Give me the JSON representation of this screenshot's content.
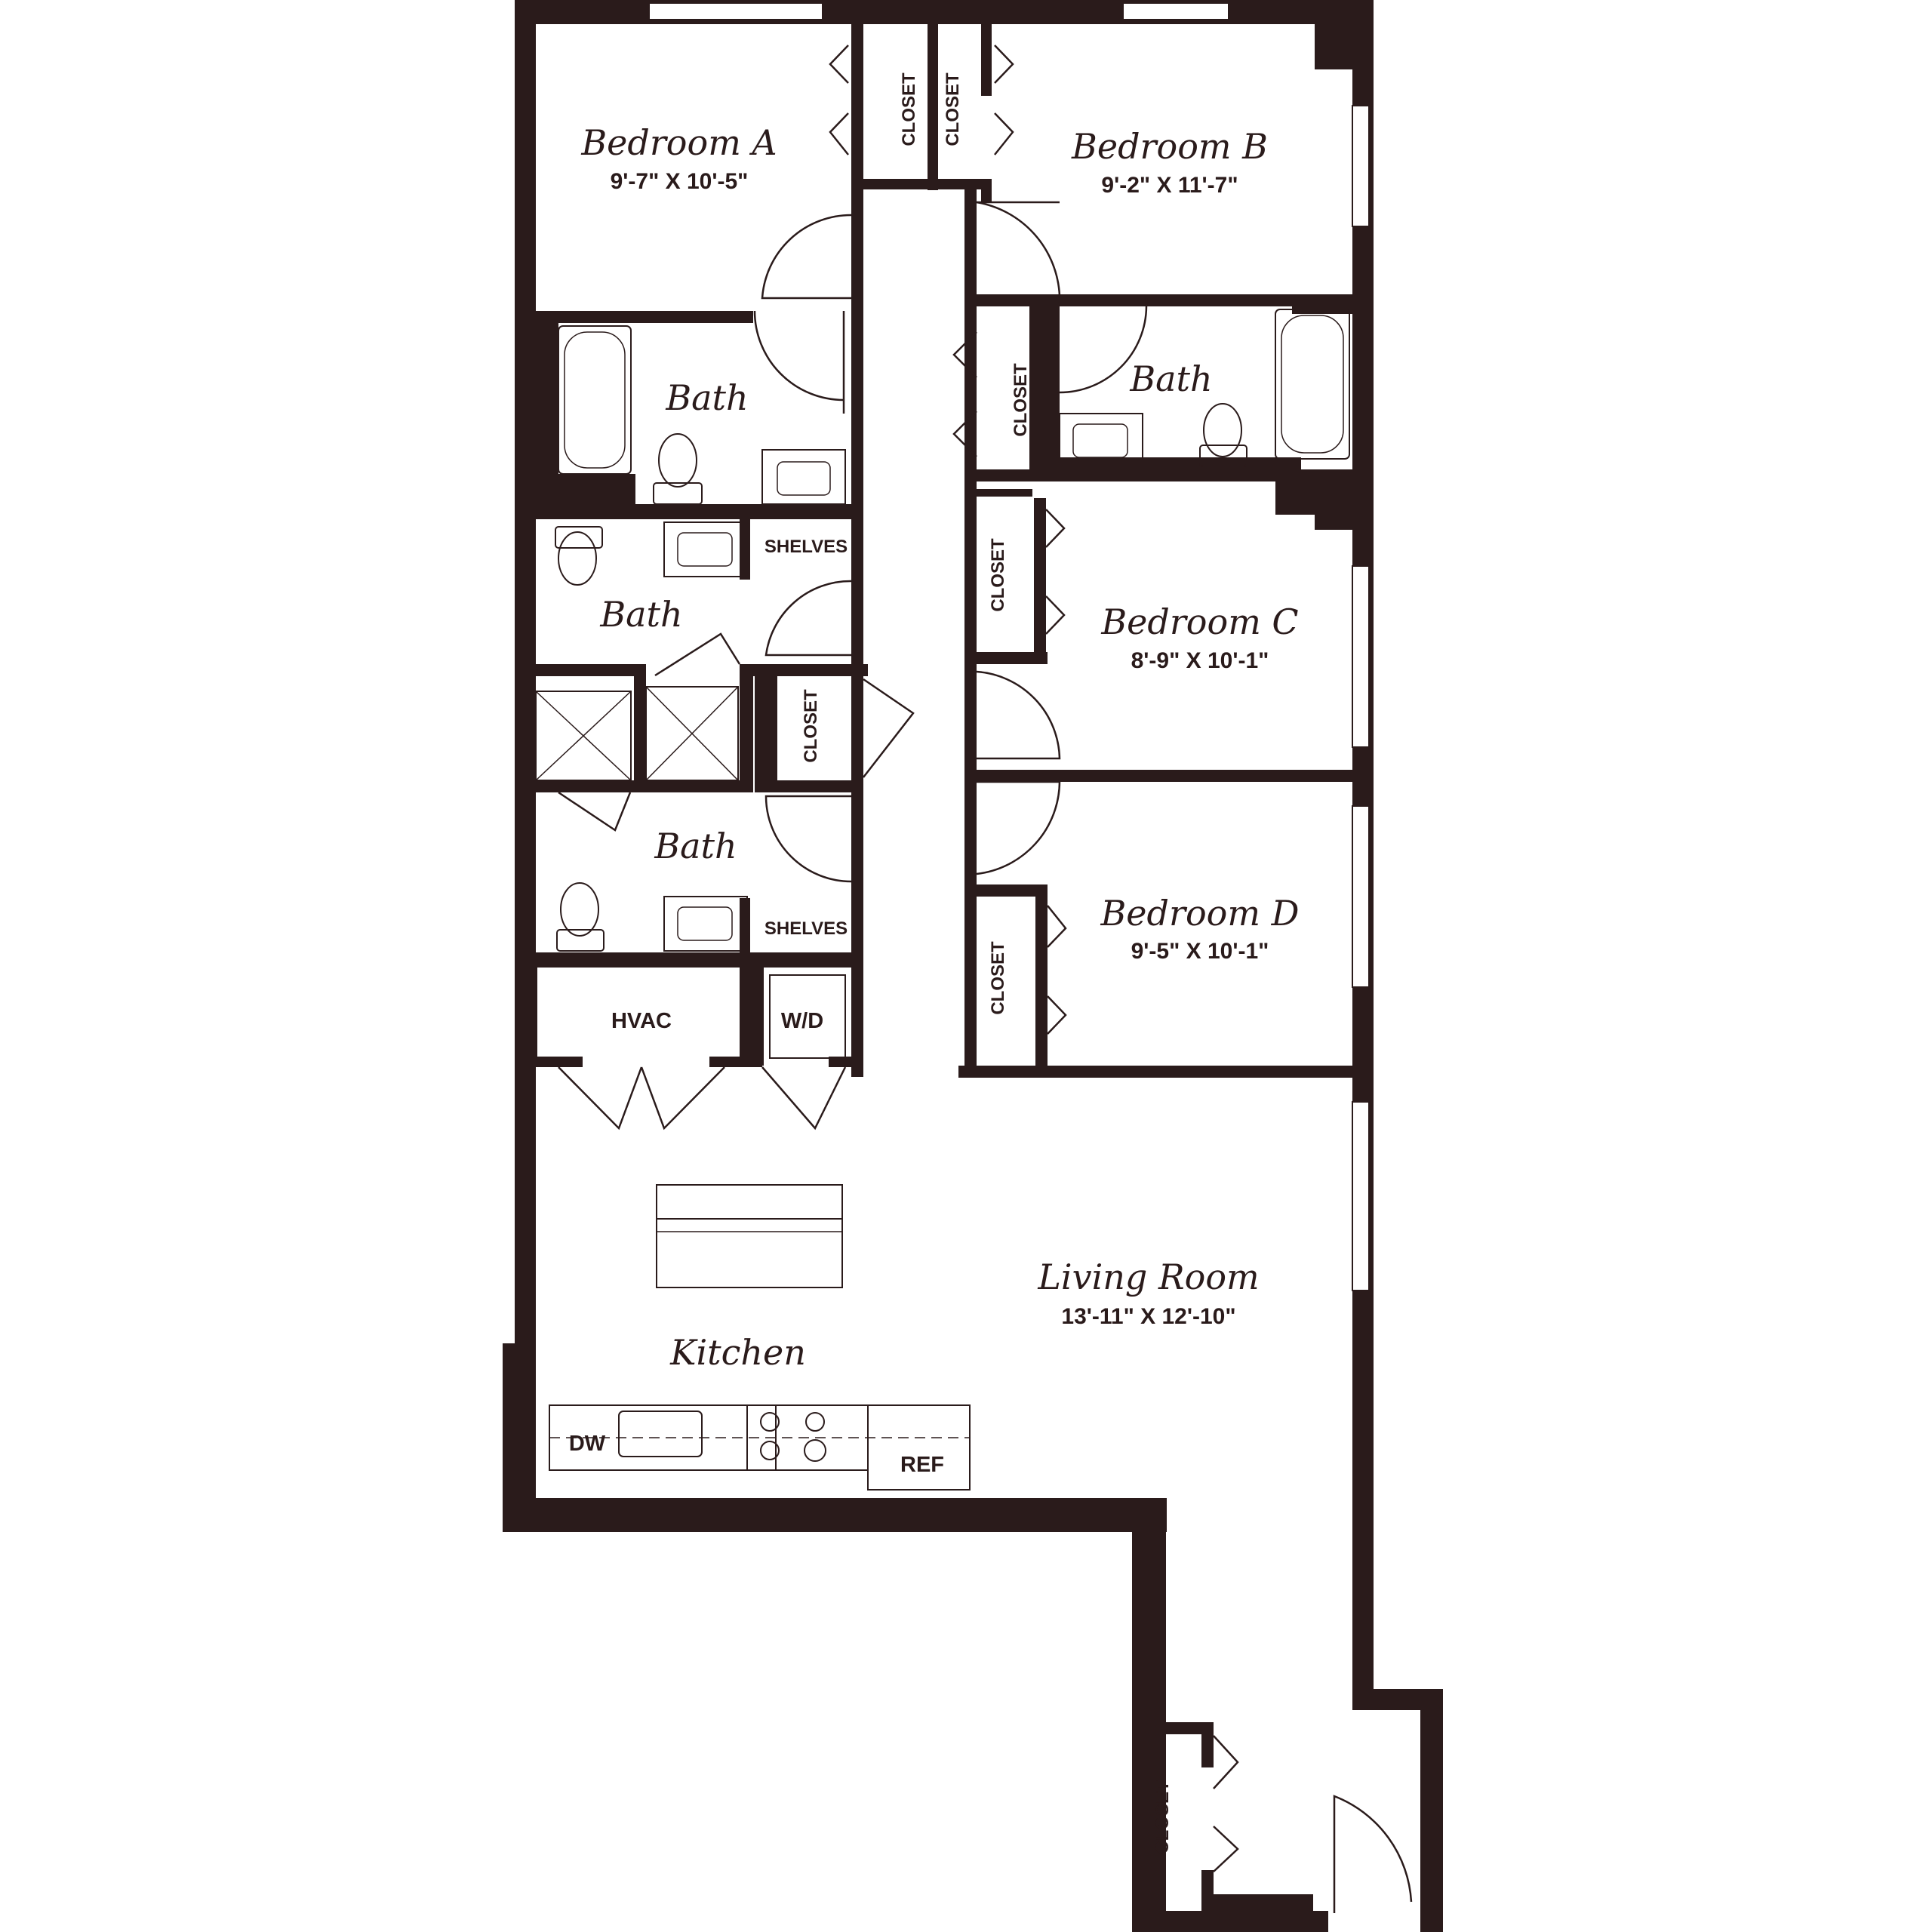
{
  "rooms": {
    "bedroom_a": {
      "name": "Bedroom A",
      "dims": "9'-7\" X 10'-5\""
    },
    "bedroom_b": {
      "name": "Bedroom B",
      "dims": "9'-2\" X 11'-7\""
    },
    "bedroom_c": {
      "name": "Bedroom C",
      "dims": "8'-9\" X 10'-1\""
    },
    "bedroom_d": {
      "name": "Bedroom D",
      "dims": "9'-5\" X 10'-1\""
    },
    "living": {
      "name": "Living Room",
      "dims": "13'-11\" X 12'-10\""
    },
    "kitchen": {
      "name": "Kitchen"
    },
    "bath_a": {
      "name": "Bath"
    },
    "bath_b": {
      "name": "Bath"
    },
    "bath_c": {
      "name": "Bath"
    },
    "bath_d": {
      "name": "Bath"
    }
  },
  "labels": {
    "closet": "CLOSET",
    "shelves": "SHELVES",
    "hvac": "HVAC",
    "wd": "W/D",
    "dw": "DW",
    "ref": "REF"
  },
  "colors": {
    "wall": "#2a1b1b",
    "background": "#ffffff"
  }
}
